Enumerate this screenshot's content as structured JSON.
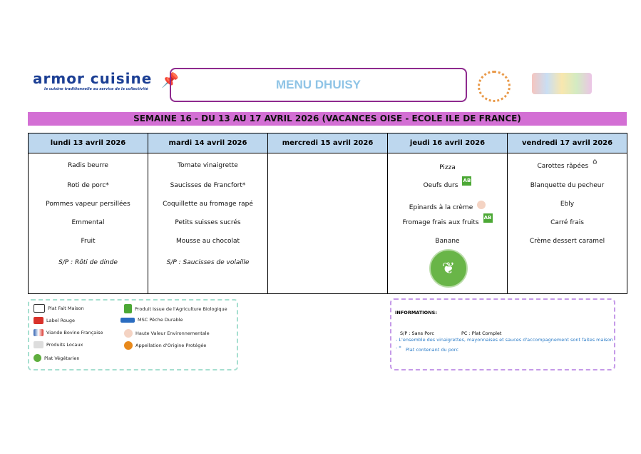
{
  "header": {
    "logo": "armor cuisine",
    "tagline": "la cuisine traditionnelle au service de la collectivité",
    "title": "MENU DHUISY"
  },
  "week": "SEMAINE 16 - DU 13 AU 17 AVRIL 2026 (VACANCES OISE - ECOLE ILE DE FRANCE)",
  "days": [
    {
      "label": "lundi 13 avril 2026",
      "items": [
        "Radis beurre",
        "Roti de porc*",
        "Pommes vapeur persillées",
        "Emmental",
        "Fruit"
      ],
      "sp": "S/P : Rôti de dinde"
    },
    {
      "label": "mardi 14 avril 2026",
      "items": [
        "Tomate vinaigrette",
        "Saucisses de Francfort*",
        "Coquillette au fromage rapé",
        "Petits suisses sucrés",
        "Mousse au chocolat"
      ],
      "sp": "S/P : Saucisses de volaille"
    },
    {
      "label": "mercredi 15 avril 2026",
      "items": [],
      "sp": ""
    },
    {
      "label": "jeudi 16 avril 2026",
      "items": [
        "Pizza",
        "Oeufs durs",
        "Epinards à la crème",
        "Fromage frais aux fruits",
        "Banane"
      ],
      "sp": ""
    },
    {
      "label": "vendredi 17 avril 2026",
      "items": [
        "Carottes râpées",
        "Blanquette du pecheur",
        "Ebly",
        "Carré frais",
        "Crème dessert caramel"
      ],
      "sp": ""
    }
  ],
  "badges": {
    "ab": "AB"
  },
  "legend": [
    "Plat Fait Maison",
    "Label Rouge",
    "Viande Bovine Française",
    "Produits Locaux",
    "Plat Végétarien",
    "Produit Issue de l'Agriculture Biologique",
    "MSC Pêche Durable",
    "Haute Valeur Environnementale",
    "Appellation d'Origine Protégée"
  ],
  "info": {
    "title": "INFORMATIONS:",
    "sp": "S/P : Sans Porc",
    "pc": "PC : Plat Complet",
    "line1": "- L'ensemble des vinaigrettes, mayonnaises et sauces d'accompagnement sont faites maison",
    "star": "- *",
    "line2": "Plat contenant du porc"
  },
  "colors": {
    "band": "#d36fd4",
    "header": "#bdd7ee",
    "title": "#8fc4e6"
  }
}
